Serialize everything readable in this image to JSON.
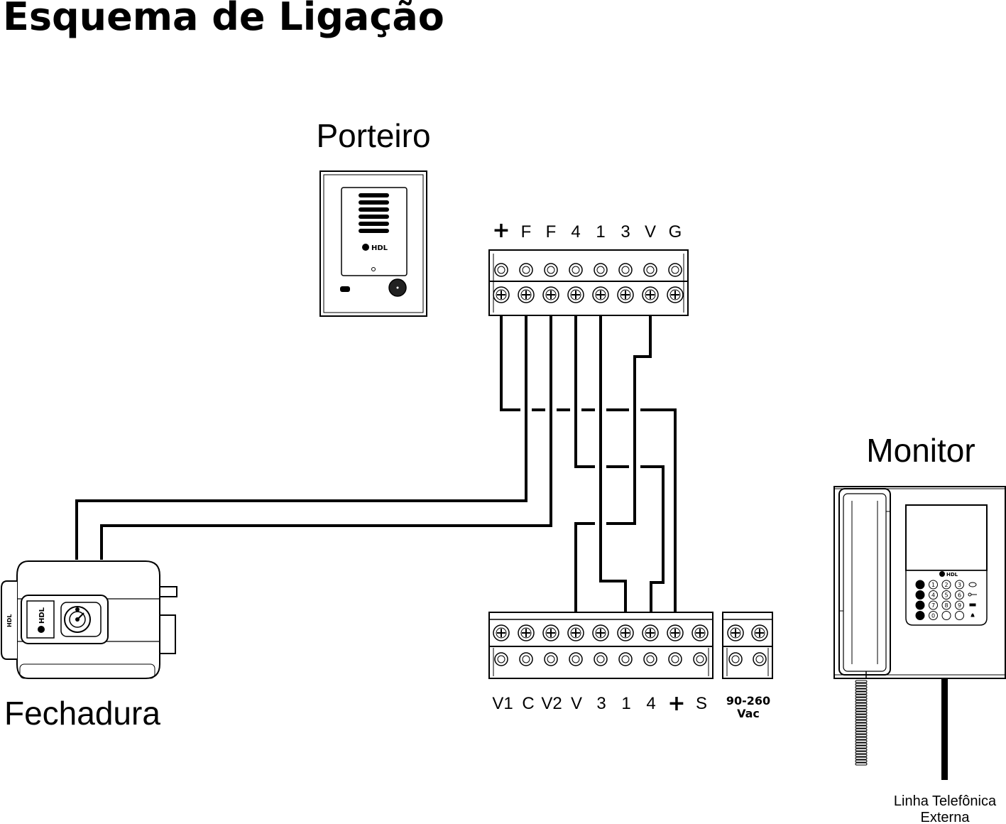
{
  "title": "Esquema de Ligação",
  "devices": {
    "porteiro": {
      "label": "Porteiro",
      "brand": "HDL"
    },
    "fechadura": {
      "label": "Fechadura",
      "brand": "HDL"
    },
    "monitor": {
      "label": "Monitor",
      "brand": "HDL",
      "keypad_keys": [
        "1",
        "2",
        "3",
        "4",
        "5",
        "6",
        "7",
        "8",
        "9",
        "0"
      ]
    }
  },
  "terminal_blocks": {
    "porteiro_block": {
      "labels": [
        "+",
        "F",
        "F",
        "4",
        "1",
        "3",
        "V",
        "G"
      ]
    },
    "central_block": {
      "labels": [
        "V1",
        "C",
        "V2",
        "V",
        "3",
        "1",
        "4",
        "+",
        "S"
      ]
    },
    "power_block": {
      "label_line1": "90-260",
      "label_line2": "Vac"
    }
  },
  "phone_line": {
    "line1": "Linha Telefônica",
    "line2": "Externa"
  },
  "colors": {
    "ink": "#000000",
    "panel_fill": "#ffffff",
    "grey": "#888888"
  },
  "icons": [
    "speaker-grille-icon",
    "camera-lens-icon",
    "key-cylinder-icon",
    "screw-terminal-icon",
    "handset-icon",
    "coiled-cord-icon"
  ]
}
